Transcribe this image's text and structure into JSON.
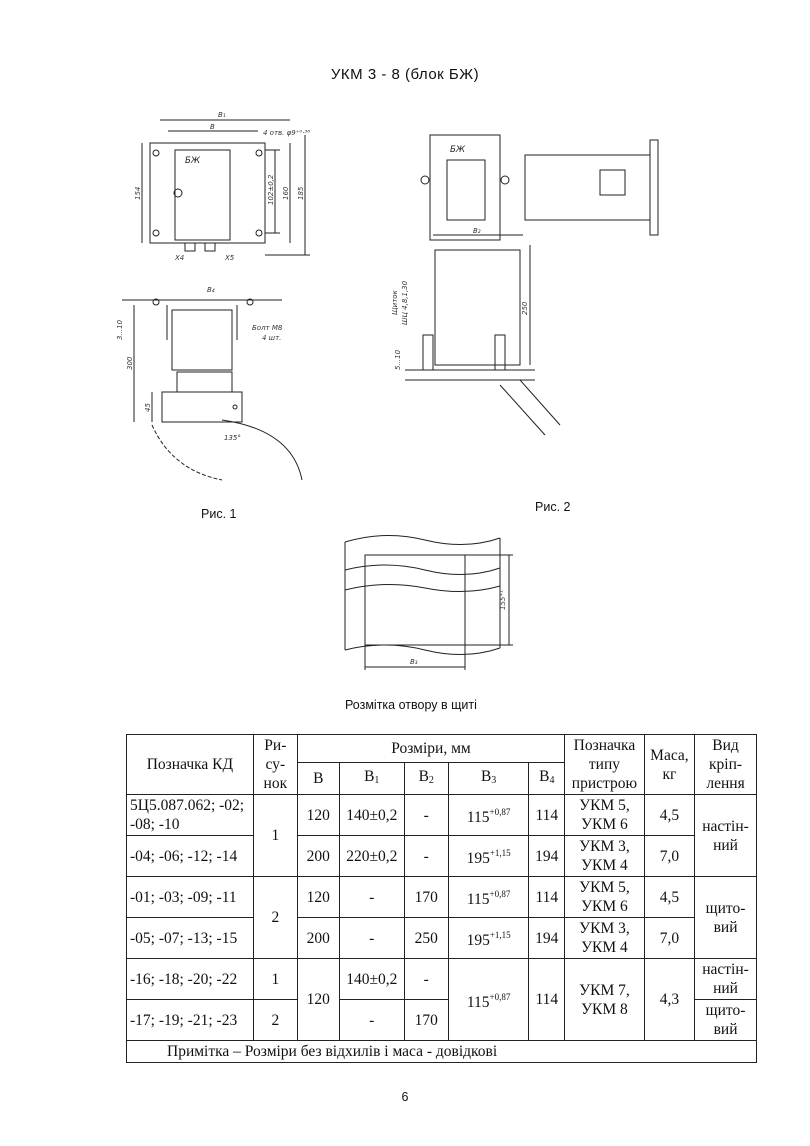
{
  "page_title": "УКМ 3 - 8 (блок БЖ)",
  "figures": {
    "fig1_caption": "Рис. 1",
    "fig2_caption": "Рис. 2",
    "cutout_caption": "Розмітка отвору в щиті"
  },
  "drawing_labels": {
    "fig1": {
      "b1": "B₁",
      "b": "B",
      "holes": "4 отв. φ9⁺⁰·³⁶",
      "bzh": "БЖ",
      "d154": "154",
      "d102": "102±0,2",
      "d160": "160",
      "d185": "185",
      "x4": "X4",
      "x5": "X5",
      "b4": "B₄",
      "bolt": "Болт М8",
      "bolt_qty": "4 шт.",
      "d3_10": "3...10",
      "d300": "300",
      "d45": "45",
      "angle": "135°"
    },
    "fig2": {
      "bzh": "БЖ",
      "b2": "B₂",
      "d250": "250",
      "d5_10": "5...10",
      "panel": "Щиток",
      "panel_size": "ШЦ 4,8,1,30"
    },
    "cutout": {
      "b3": "B₃",
      "d155": "155⁺¹"
    }
  },
  "table": {
    "header": {
      "kd": "Позначка КД",
      "fig": "Ри-су-нок",
      "dims": "Розміри, мм",
      "b": "B",
      "b1": "B",
      "b2": "B",
      "b3": "B",
      "b4": "B",
      "b1_sub": "1",
      "b2_sub": "2",
      "b3_sub": "3",
      "b4_sub": "4",
      "type": "Позначка типу пристрою",
      "mass": "Маса, кг",
      "mount": "Вид кріп-лення"
    },
    "rows": [
      {
        "kd": "5Ц5.087.062; -02; -08; -10",
        "b": "120",
        "b1": "140±0,2",
        "b2": "-",
        "b3": "115",
        "b3_tol": "+0,87",
        "b4": "114",
        "type": "УКМ 5, УКМ 6",
        "mass": "4,5"
      },
      {
        "kd": "-04; -06; -12; -14",
        "b": "200",
        "b1": "220±0,2",
        "b2": "-",
        "b3": "195",
        "b3_tol": "+1,15",
        "b4": "194",
        "type": "УКМ 3, УКМ 4",
        "mass": "7,0"
      },
      {
        "kd": "-01; -03; -09; -11",
        "b": "120",
        "b1": "-",
        "b2": "170",
        "b3": "115",
        "b3_tol": "+0,87",
        "b4": "114",
        "type": "УКМ 5, УКМ 6",
        "mass": "4,5"
      },
      {
        "kd": "-05; -07; -13; -15",
        "b": "200",
        "b1": "-",
        "b2": "250",
        "b3": "195",
        "b3_tol": "+1,15",
        "b4": "194",
        "type": "УКМ 3, УКМ 4",
        "mass": "7,0"
      },
      {
        "kd": "-16; -18; -20; -22",
        "fig": "1",
        "b1": "140±0,2",
        "b2": "-"
      },
      {
        "kd": "-17; -19; -21; -23",
        "fig": "2",
        "b1": "-",
        "b2": "170"
      }
    ],
    "group_fig": [
      "1",
      "2"
    ],
    "mount_a": "настін-ний",
    "mount_b": "щито-вий",
    "last_group": {
      "b": "120",
      "b3": "115",
      "b3_tol": "+0,87",
      "b4": "114",
      "type": "УКМ 7, УКМ 8",
      "mass": "4,3",
      "mount_1": "настін-ний",
      "mount_2": "щито-вий"
    },
    "note": "Примітка – Розміри без відхилів і маса - довідкові"
  },
  "page_number": "6"
}
